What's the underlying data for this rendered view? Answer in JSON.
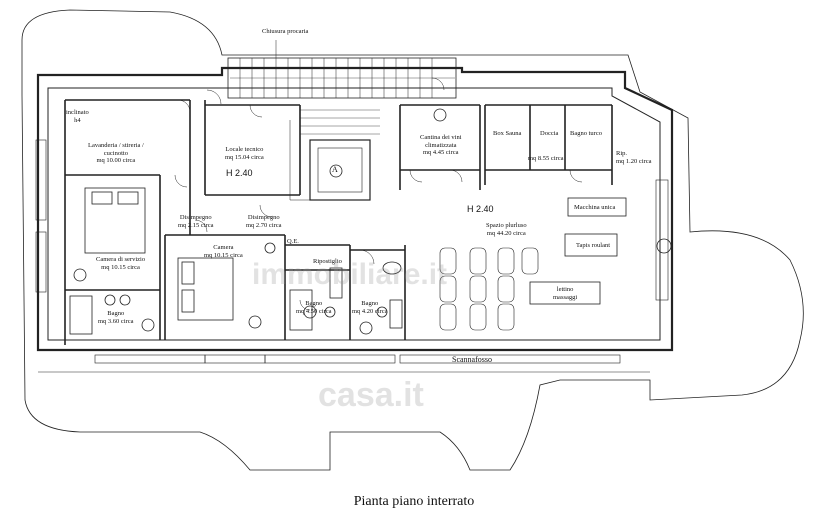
{
  "caption": "Pianta piano interrato",
  "top_label": "Chiusura procaria",
  "heights": [
    "H 2.40",
    "H 2.40"
  ],
  "rooms": {
    "inclinato": "inclinato\nh4",
    "lavanderia": "Lavanderia / stireria /\ncucinotto\nmq 10.00 circa",
    "locale_tecnico": "Locale tecnico\nmq 15.04 circa",
    "cantina": "Cantina dei vini\nclimatizzata\nmq 4.45 circa",
    "box_sauna": "Box Sauna",
    "doccia": "Doccia",
    "bagno_turco": "Bagno turco",
    "bagno_turco_area": "mq 8.55 circa",
    "rip": "Rip.\nmq 1.20 circa",
    "camera_servizio": "Camera di servizio\nmq 10.15 circa",
    "disimpegno1": "Disimpegno\nmq 2.15 circa",
    "disimpegno2": "Disimpegno\nmq 2.70 circa",
    "camera": "Camera\nmq 10.15 circa",
    "qe": "Q.E.",
    "ripostiglio": "Ripostiglio",
    "bagno1": "Bagno\nmq 3.60 circa",
    "bagno2": "Bagno\nmq 4.50 circa",
    "bagno3": "Bagno\nmq 4.20 circa",
    "spazio": "Spazio plurluso\nmq 44.20 circa",
    "macchina": "Macchina unica",
    "tapis": "Tapis roulant",
    "lettino": "lettino\nmassaggi",
    "scannafosso": "Scannafosso",
    "stair_mark": "A"
  },
  "watermarks": [
    "immobiliare.it",
    "casa.it"
  ]
}
